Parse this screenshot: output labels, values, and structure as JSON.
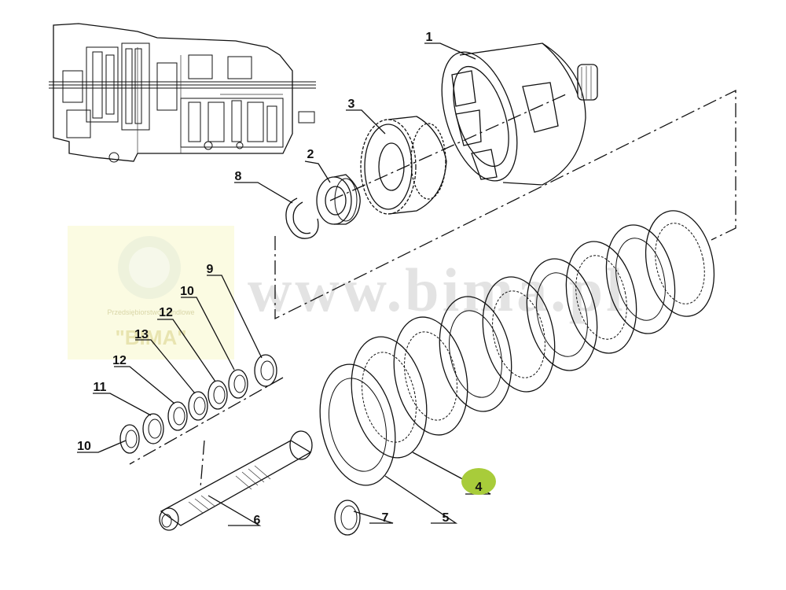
{
  "watermark": {
    "url_text": "www.bima.pl",
    "logo_company": "Przedsiębiorstwo Handlowe",
    "logo_name": "\"BIMA\""
  },
  "callouts": [
    {
      "id": "1",
      "label": "1"
    },
    {
      "id": "2",
      "label": "2"
    },
    {
      "id": "3",
      "label": "3"
    },
    {
      "id": "4",
      "label": "4"
    },
    {
      "id": "5",
      "label": "5"
    },
    {
      "id": "6",
      "label": "6"
    },
    {
      "id": "7",
      "label": "7"
    },
    {
      "id": "8",
      "label": "8"
    },
    {
      "id": "9",
      "label": "9"
    },
    {
      "id": "10a",
      "label": "10"
    },
    {
      "id": "10b",
      "label": "10"
    },
    {
      "id": "11",
      "label": "11"
    },
    {
      "id": "12a",
      "label": "12"
    },
    {
      "id": "12b",
      "label": "12"
    },
    {
      "id": "13",
      "label": "13"
    }
  ],
  "colors": {
    "highlight": "#a8cc3a",
    "logo_bg": "#fbfbe2",
    "watermark": "#e3e3e3"
  }
}
